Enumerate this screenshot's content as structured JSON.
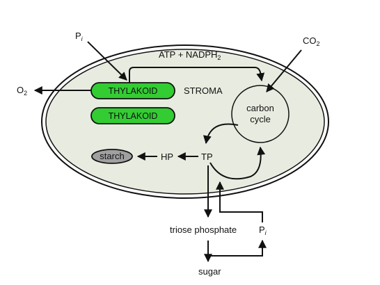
{
  "labels": {
    "pi_top_main": "P",
    "pi_top_sub": "i",
    "atp_main": "ATP + NADPH",
    "atp_sub": "2",
    "co2_main": "CO",
    "co2_sub": "2",
    "o2_main": "O",
    "o2_sub": "2",
    "thylakoid_1": "THYLAKOID",
    "thylakoid_2": "THYLAKOID",
    "stroma": "STROMA",
    "carbon_cycle_line1": "carbon",
    "carbon_cycle_line2": "cycle",
    "starch": "starch",
    "hp": "HP",
    "tp": "TP",
    "triose_phosphate": "triose phosphate",
    "pi_bottom_main": "P",
    "pi_bottom_sub": "i",
    "sugar": "sugar"
  },
  "colors": {
    "thylakoid_fill": "#33cc33",
    "chloroplast_fill": "#e8ece0",
    "starch_fill": "#a0a0a0",
    "stroke": "#111111"
  }
}
